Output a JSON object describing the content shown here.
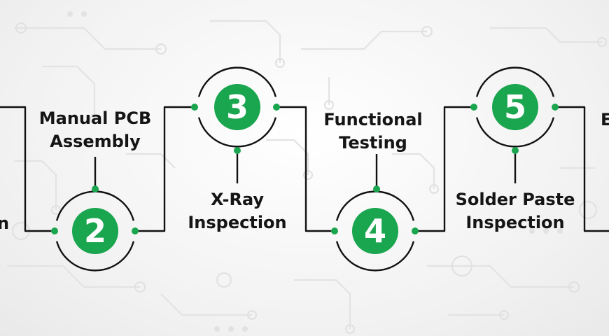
{
  "steps": [
    {
      "number": "",
      "label_lines": [
        "n"
      ]
    },
    {
      "number": "2",
      "label_lines": [
        "Manual PCB",
        "Assembly"
      ]
    },
    {
      "number": "3",
      "label_lines": [
        "X-Ray",
        "Inspection"
      ]
    },
    {
      "number": "4",
      "label_lines": [
        "Functional",
        "Testing"
      ]
    },
    {
      "number": "5",
      "label_lines": [
        "Solder Paste",
        "Inspection"
      ]
    },
    {
      "number": "",
      "label_lines": [
        "E"
      ]
    }
  ],
  "colors": {
    "accent": "#1aa54f",
    "line": "#111111",
    "background": "#f4f4f4",
    "text": "#151515"
  }
}
